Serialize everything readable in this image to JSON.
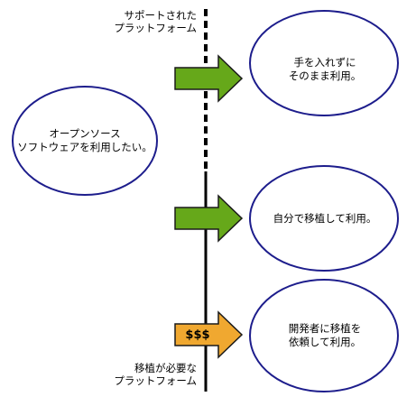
{
  "timeline": {
    "top_label": [
      "サポートされた",
      "プラットフォーム"
    ],
    "bottom_label": [
      "移植が必要な",
      "プラットフォーム"
    ]
  },
  "source": {
    "text": [
      "オープンソース",
      "ソフトウェアを利用したい。"
    ]
  },
  "options": [
    {
      "text": [
        "手を入れずに",
        "そのまま利用。"
      ],
      "arrow_color": "#66a81a",
      "arrow_label": ""
    },
    {
      "text": [
        "自分で移植して利用。"
      ],
      "arrow_color": "#66a81a",
      "arrow_label": ""
    },
    {
      "text": [
        "開発者に移植を",
        "依頼して利用。"
      ],
      "arrow_color": "#f0a830",
      "arrow_label": "$$$"
    }
  ],
  "colors": {
    "bubble_stroke": "#1d1d8c",
    "line": "#000000",
    "green": "#66a81a",
    "orange": "#f0a830"
  }
}
